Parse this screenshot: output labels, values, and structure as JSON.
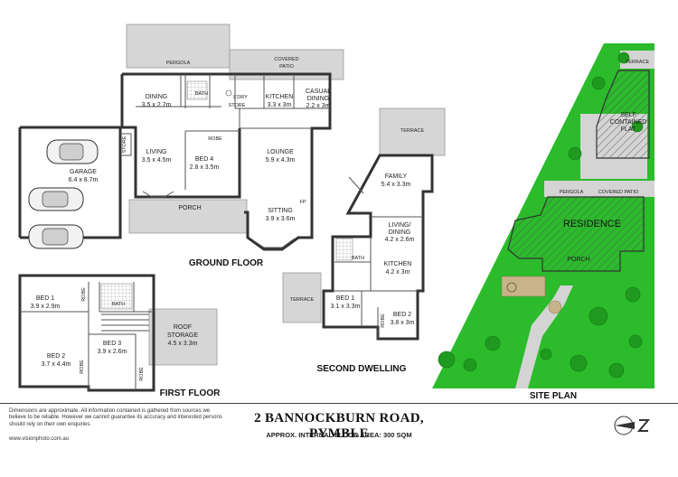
{
  "plan": {
    "headings": {
      "ground_floor": "GROUND FLOOR",
      "first_floor": "FIRST FLOOR",
      "second_dwelling": "SECOND DWELLING",
      "site_plan": "SITE PLAN"
    },
    "ground": {
      "pergola": "PERGOLA",
      "covered": "COVERED",
      "patio": "PATIO",
      "dining": "DINING",
      "dining_size": "3.5 x 2.7m",
      "bath": "BATH",
      "ldry": "L'DRY",
      "store": "STORE",
      "kitchen": "KITCHEN",
      "kitchen_size": "3.3 x 3m",
      "casual": "CASUAL",
      "casual_dining": "DINING",
      "casual_size": "2.2 x 3m",
      "living": "LIVING",
      "living_size": "3.5 x 4.5m",
      "robe": "ROBE",
      "bed4": "BED 4",
      "bed4_size": "2.8 x 3.5m",
      "lounge": "LOUNGE",
      "lounge_size": "5.9 x 4.3m",
      "fp": "FP",
      "garage": "GARAGE",
      "garage_size": "6.4 x 8.7m",
      "porch": "PORCH",
      "sitting": "SITTING",
      "sitting_size": "3.9 x 3.6m"
    },
    "first": {
      "bed1": "BED 1",
      "bed1_size": "3.9 x 2.9m",
      "robe": "ROBE",
      "bath": "BATH",
      "bed2": "BED 2",
      "bed2_size": "3.7 x 4.4m",
      "bed3": "BED 3",
      "bed3_size": "3.9 x 2.6m",
      "roof": "ROOF",
      "storage": "STORAGE",
      "storage_size": "4.5 x 3.3m"
    },
    "second": {
      "terrace": "TERRACE",
      "family": "FAMILY",
      "family_size": "5.4 x 3.3m",
      "living_dining": "LIVING/",
      "dining": "DINING",
      "ld_size": "4.2 x 2.6m",
      "bath": "BATH",
      "kitchen": "KITCHEN",
      "kitchen_size": "4.2 x 3m",
      "bed1": "BED 1",
      "bed1_size": "3.1 x 3.3m",
      "robe": "ROBE",
      "bed2": "BED 2",
      "bed2_size": "3.8 x 3m"
    },
    "site": {
      "terrace": "TERRACE",
      "self": "SELF",
      "contained": "CONTAINED",
      "flat": "FLAT",
      "pergola": "PERGOLA",
      "covered_patio": "COVERED PATIO",
      "residence": "RESIDENCE",
      "porch": "PORCH",
      "grass_color": "#2bbb2b",
      "tree_color": "#1f9a1f"
    }
  },
  "footer": {
    "disclaimer": "Dimensions are approximate. All information contained is gathered from sources we believe to be reliable. However we cannot guarantee its accuracy and interested persons should rely on their own enquiries.",
    "url": "www.visionphoto.com.au",
    "address": "2 BANNOCKBURN ROAD, PYMBLE",
    "area": "APPROX. INTERNAL FLOOR AREA: 300 SQM"
  }
}
